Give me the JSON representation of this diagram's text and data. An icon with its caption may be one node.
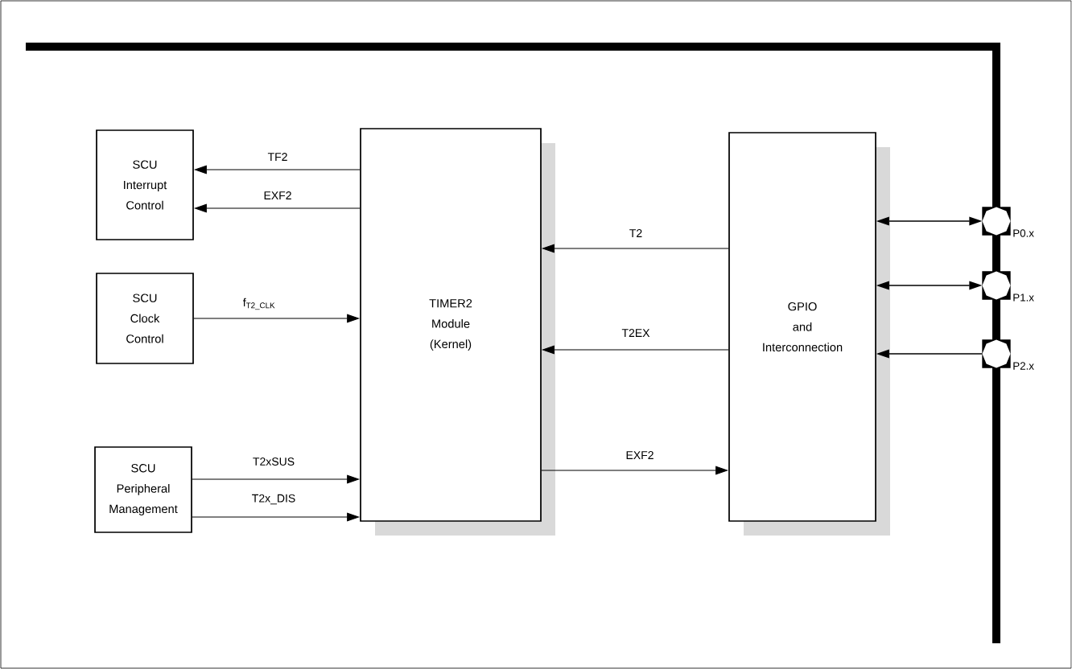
{
  "diagram": {
    "nodes": [
      {
        "text": [
          "SCU Interrupt Control"
        ]
      },
      {
        "text": [
          "SCU Clock Control"
        ]
      },
      {
        "text": [
          "SCU Peripheral Management"
        ]
      },
      {
        "text": [
          "TIMER2 Module (Kernel)"
        ]
      },
      {
        "text": [
          "GPIO and Interconnection"
        ]
      },
      {
        "text": [],
        "shape": "octagon",
        "beside": [
          "P0.x"
        ]
      },
      {
        "text": [],
        "shape": "octagon",
        "beside": [
          "P1.x"
        ]
      },
      {
        "text": [],
        "shape": "octagon",
        "beside": [
          "P2.x"
        ]
      }
    ],
    "edges": [
      {
        "from": 3,
        "to": 0,
        "arrow": "to",
        "label": "TF2"
      },
      {
        "from": 3,
        "to": 0,
        "arrow": "to",
        "label": "EXF2"
      },
      {
        "from": 1,
        "to": 3,
        "arrow": "to",
        "label": "f$_{T2_CLK}$"
      },
      {
        "from": 2,
        "to": 3,
        "arrow": "to",
        "label": "T2xSUS"
      },
      {
        "from": 2,
        "to": 3,
        "arrow": "to",
        "label": "T2x_DIS"
      },
      {
        "from": 4,
        "to": 3,
        "arrow": "to",
        "label": "T2"
      },
      {
        "from": 4,
        "to": 3,
        "arrow": "to",
        "label": "T2EX"
      },
      {
        "from": 3,
        "to": 4,
        "arrow": "to",
        "label": "EXF2"
      },
      {
        "from": 5,
        "to": 4,
        "arrow": "both"
      },
      {
        "from": 6,
        "to": 4,
        "arrow": "both"
      },
      {
        "from": 7,
        "to": 4,
        "arrow": "to"
      }
    ]
  }
}
